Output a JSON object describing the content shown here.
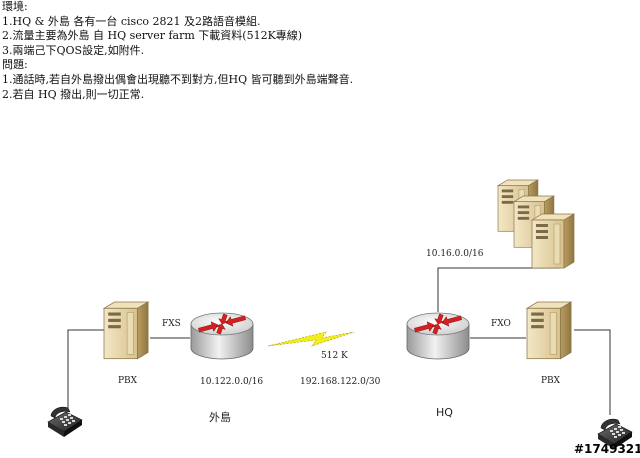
{
  "notes": {
    "env_title": "環境:",
    "env_1": "1.HQ & 外島 各有一台 cisco 2821 及2路語音模組.",
    "env_2": "2.流量主要為外島 自 HQ server farm 下載資料(512K專線)",
    "env_3": "3.兩端己下QOS設定,如附件.",
    "problem_title": "問題:",
    "problem_1": "1.通話時,若自外島撥出偶會出現聽不到對方,但HQ 皆可聽到外島端聲音.",
    "problem_2": "2.若自 HQ 撥出,則一切正常."
  },
  "diagram": {
    "server_subnet": "10.16.0.0/16",
    "left_pbx_label": "PBX",
    "left_port_label": "FXS",
    "right_port_label": "FXO",
    "right_pbx_label": "PBX",
    "left_subnet": "10.122.0.0/16",
    "wan_speed": "512 K",
    "wan_subnet": "192.168.122.0/30",
    "left_site": "外島",
    "right_site": "HQ",
    "watermark": "#1749321"
  }
}
